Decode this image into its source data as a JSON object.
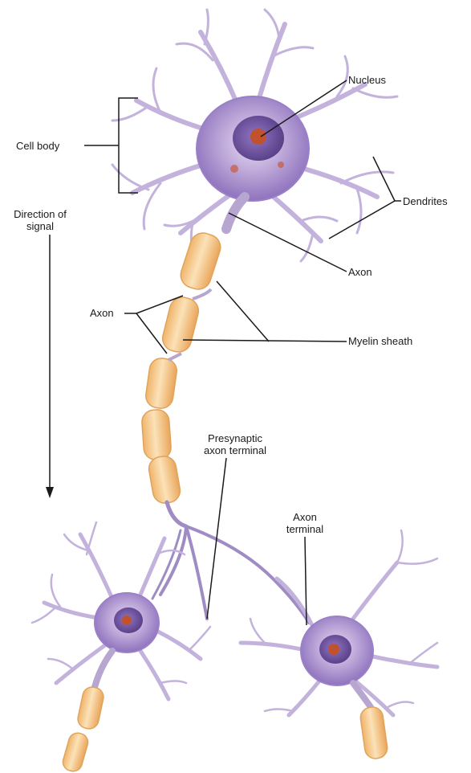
{
  "labels": {
    "nucleus": "Nucleus",
    "cell_body": "Cell body",
    "dendrites": "Dendrites",
    "direction_line1": "Direction of",
    "direction_line2": "signal",
    "axon_top": "Axon",
    "axon_left": "Axon",
    "myelin_sheath": "Myelin sheath",
    "presynaptic_line1": "Presynaptic",
    "presynaptic_line2": "axon terminal",
    "axon_terminal_line1": "Axon",
    "axon_terminal_line2": "terminal"
  },
  "colors": {
    "cell_fill": "#b9a3d6",
    "cell_edge": "#8e72bd",
    "nucleus": "#5b3f8f",
    "nucleolus": "#c0522e",
    "myelin": "#f6c98a",
    "myelin_edge": "#e0a35c",
    "axon": "#b7a6cf",
    "leader": "#1a1a1a"
  }
}
